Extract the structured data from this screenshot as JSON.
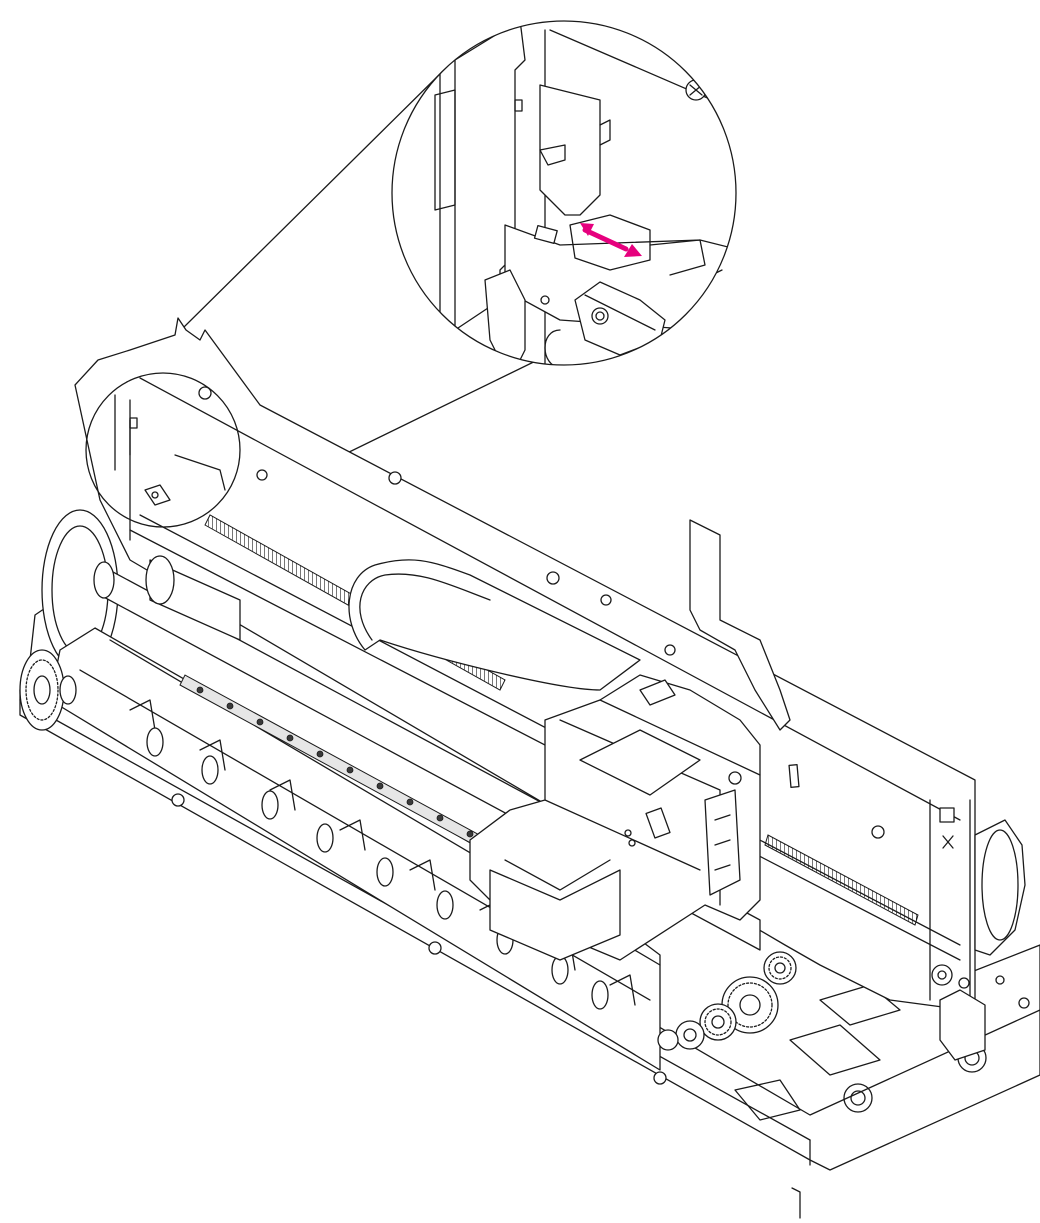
{
  "figure": {
    "accent_color": "#e6007e",
    "detail_callout": {
      "arrow_color": "#e6007e"
    },
    "icons": [
      "printer-mechanism-illustration",
      "magnified-detail-circle",
      "release-direction-arrow"
    ]
  }
}
